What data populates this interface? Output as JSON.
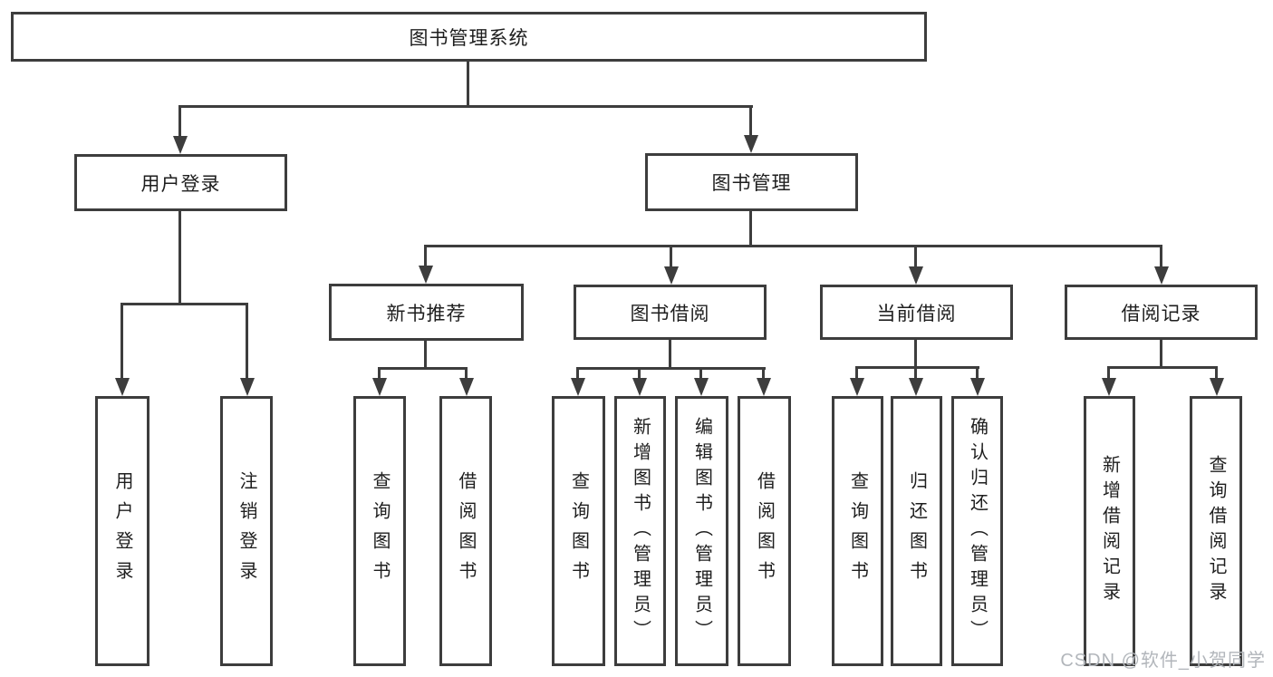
{
  "title": "图书管理系统",
  "watermark": "CSDN @软件_小贺同学",
  "colors": {
    "line": "#3d3d3d",
    "text": "#1e1e1e",
    "background": "#ffffff",
    "watermark": "#b2b6bb"
  },
  "tree": {
    "root": {
      "label": "图书管理系统",
      "children": [
        {
          "label": "用户登录",
          "children": [
            {
              "label": "用户登录"
            },
            {
              "label": "注销登录"
            }
          ]
        },
        {
          "label": "图书管理",
          "children": [
            {
              "label": "新书推荐",
              "children": [
                {
                  "label": "查询图书"
                },
                {
                  "label": "借阅图书"
                }
              ]
            },
            {
              "label": "图书借阅",
              "children": [
                {
                  "label": "查询图书"
                },
                {
                  "label": "新增图书（管理员）"
                },
                {
                  "label": "编辑图书（管理员）"
                },
                {
                  "label": "借阅图书"
                }
              ]
            },
            {
              "label": "当前借阅",
              "children": [
                {
                  "label": "查询图书"
                },
                {
                  "label": "归还图书"
                },
                {
                  "label": "确认归还（管理员）"
                }
              ]
            },
            {
              "label": "借阅记录",
              "children": [
                {
                  "label": "新增借阅记录"
                },
                {
                  "label": "查询借阅记录"
                }
              ]
            }
          ]
        }
      ]
    }
  }
}
